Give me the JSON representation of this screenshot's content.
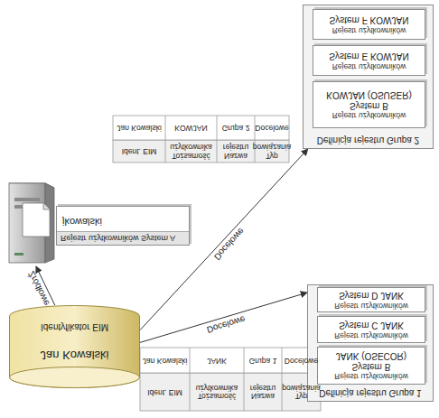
{
  "diagram": {
    "nodes": [
      {
        "text": [
          "Jan Kowalski",
          "Identyfikator EIM"
        ]
      },
      {
        "text": [
          "Definicja rejestru Grupa 1"
        ]
      },
      {
        "text": [
          "Rejestr użytkowników",
          "System B",
          "JANK (OSECOR)"
        ],
        "in": 1
      },
      {
        "text": [
          "Rejestr użytkowników",
          "System C JANK"
        ],
        "in": 1
      },
      {
        "text": [
          "Rejestr użytkowników",
          "System D JANK"
        ],
        "in": 1
      },
      {
        "text": [
          "Rejestr użytkowników System A",
          "jkowalski"
        ]
      },
      {
        "text": [
          "Definicja rejestru Grupa 2"
        ]
      },
      {
        "text": [
          "Rejestr użytkowników",
          "System B",
          "KOWJAN (OSUSER)"
        ],
        "in": 6
      },
      {
        "text": [
          "Rejestr użytkowników",
          "System E KOWJAN"
        ],
        "in": 6
      },
      {
        "text": [
          "Rejestr użytkowników",
          "System F KOWJAN"
        ],
        "in": 6
      }
    ],
    "edges": [
      {
        "from": 0,
        "to": 1,
        "label": "Docelowe",
        "arrow": "to"
      },
      {
        "from": 0,
        "to": 6,
        "label": "Docelowe",
        "arrow": "to"
      },
      {
        "from": 0,
        "to": 5,
        "label": "Źródłowe",
        "arrow": "to"
      }
    ],
    "labels": [
      "Ident. EIM",
      "Tożsamość użytkownika",
      "Nazwa rejestru",
      "Typ powiązania",
      "Jan Kowalski",
      "JANK",
      "Grupa 1",
      "Docelowe",
      "Ident. EIM",
      "Tożsamość użytkownika",
      "Nazwa rejestru",
      "Typ powiązania",
      "Jan Kowalski",
      "KOWJAN",
      "Grupa 2",
      "Docelowe"
    ]
  }
}
